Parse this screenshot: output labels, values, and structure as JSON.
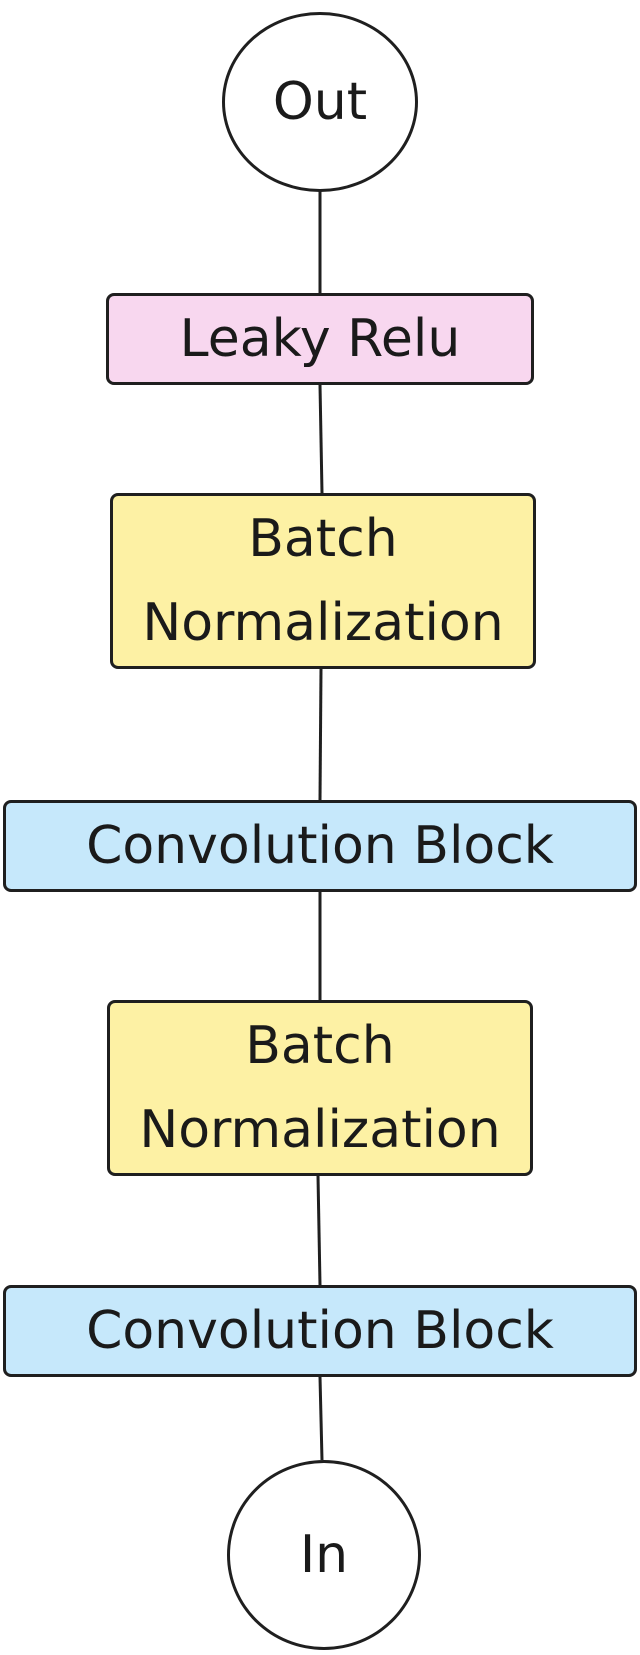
{
  "diagram": {
    "nodes": {
      "out": "Out",
      "leaky_relu": "Leaky Relu",
      "batch_norm_top": "Batch\nNormalization",
      "conv_block_top": "Convolution Block",
      "batch_norm_bottom": "Batch\nNormalization",
      "conv_block_bottom": "Convolution Block",
      "in": "In"
    },
    "colors": {
      "activation_fill": "#f8d7ef",
      "normalization_fill": "#fdf1a4",
      "convolution_fill": "#c6e8fb",
      "terminal_fill": "#ffffff",
      "stroke": "#1f1f1f"
    },
    "edges": [
      [
        "in",
        "conv_block_bottom"
      ],
      [
        "conv_block_bottom",
        "batch_norm_bottom"
      ],
      [
        "batch_norm_bottom",
        "conv_block_top"
      ],
      [
        "conv_block_top",
        "batch_norm_top"
      ],
      [
        "batch_norm_top",
        "leaky_relu"
      ],
      [
        "leaky_relu",
        "out"
      ]
    ]
  }
}
